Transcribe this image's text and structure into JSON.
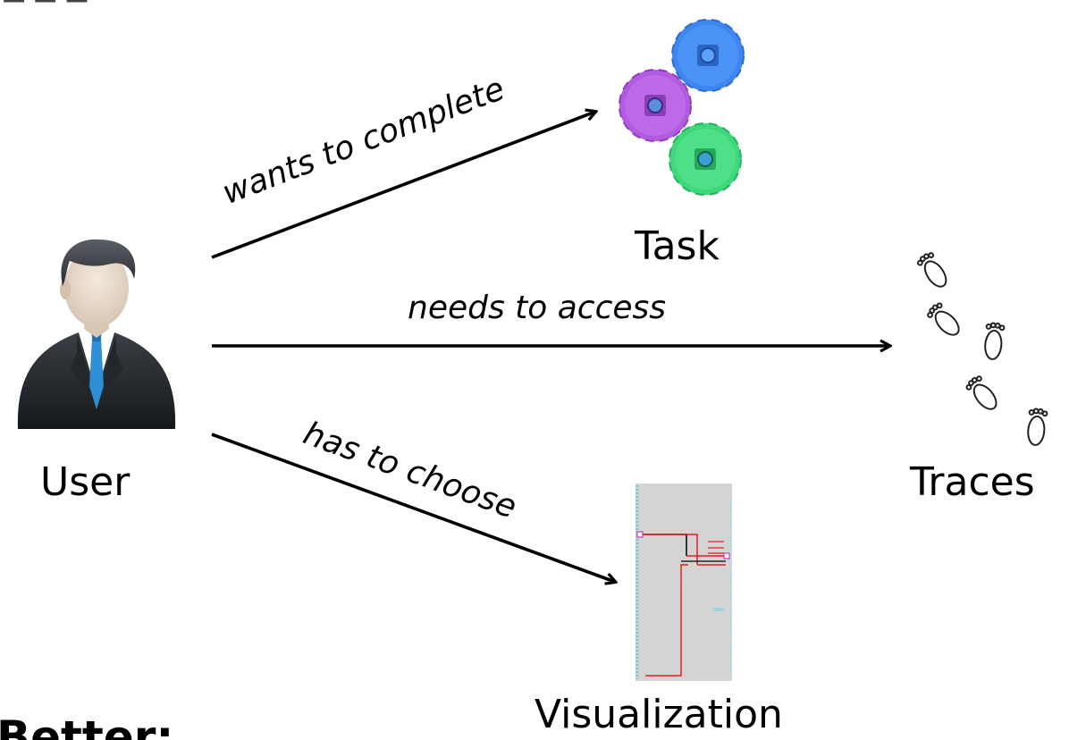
{
  "nodes": {
    "user": "User",
    "task": "Task",
    "traces": "Traces",
    "visualization": "Visualization"
  },
  "edges": {
    "user_task": "wants to complete",
    "user_traces": "needs to access",
    "user_visualization": "has to choose"
  },
  "footer": {
    "heading": "Better:"
  },
  "icons": {
    "user": "businessman-avatar-icon",
    "task": "gears-icon",
    "traces": "footprints-icon",
    "visualization": "trace-visualization-thumbnail"
  },
  "colors": {
    "gear_purple": "#b25be0",
    "gear_blue": "#3f86f0",
    "gear_green": "#3ed77a",
    "vis_background": "#d4d4d4",
    "vis_trace": "#e02020",
    "vis_border_tick": "#6fc6e6"
  }
}
